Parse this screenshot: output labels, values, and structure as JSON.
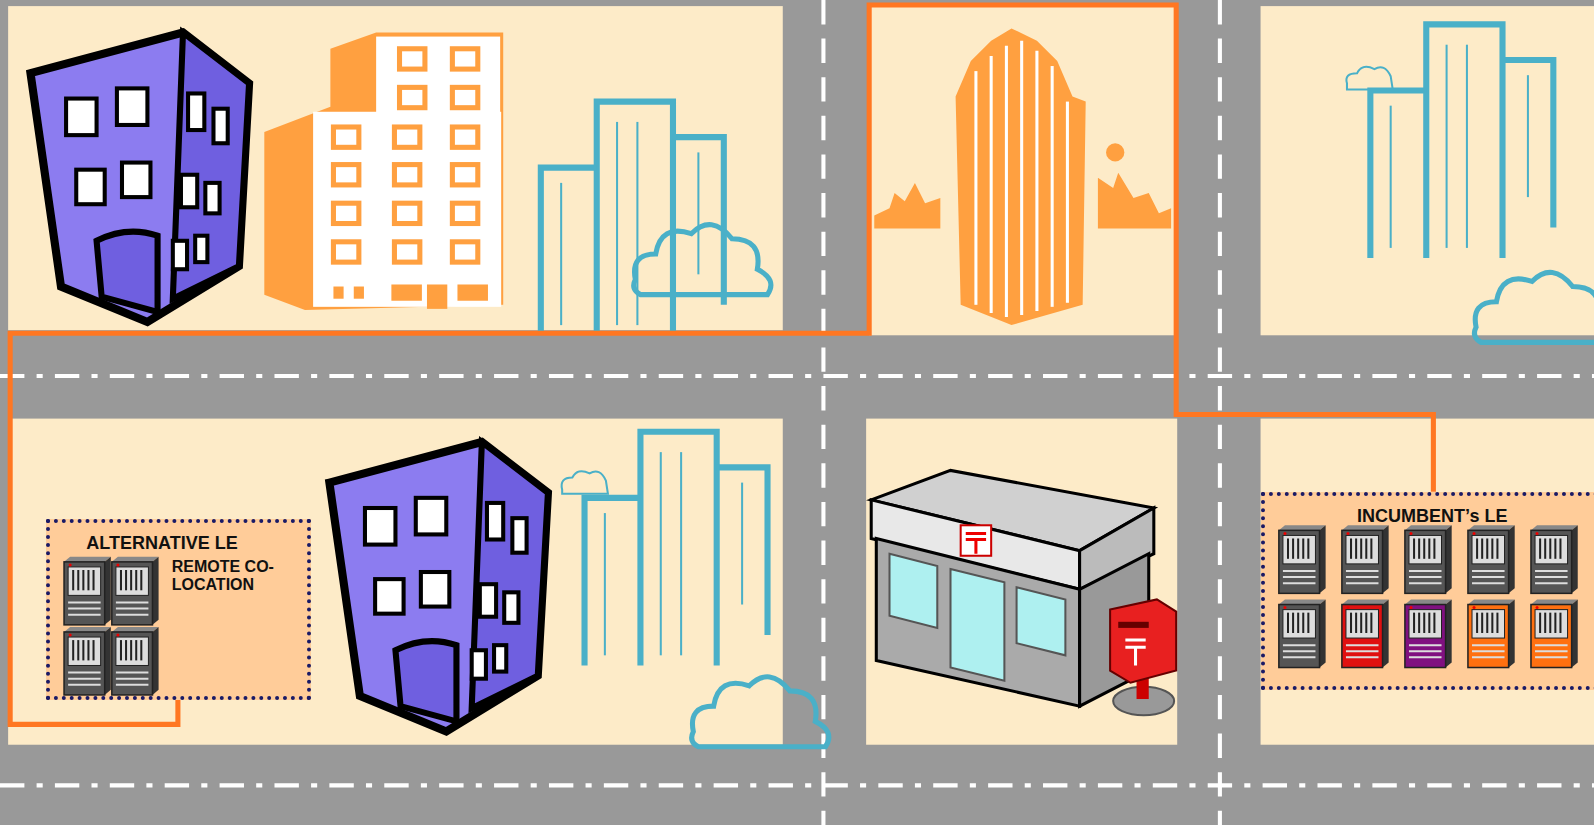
{
  "diagram": {
    "nodes": [
      {
        "text": [
          "ALTERNATIVE LE",
          "REMOTE CO- LOCATION"
        ]
      },
      {
        "text": [
          "INCUMBENT’s LE"
        ]
      }
    ],
    "edges": [
      {
        "from": 0,
        "to": 1,
        "arrow": "none"
      }
    ]
  }
}
